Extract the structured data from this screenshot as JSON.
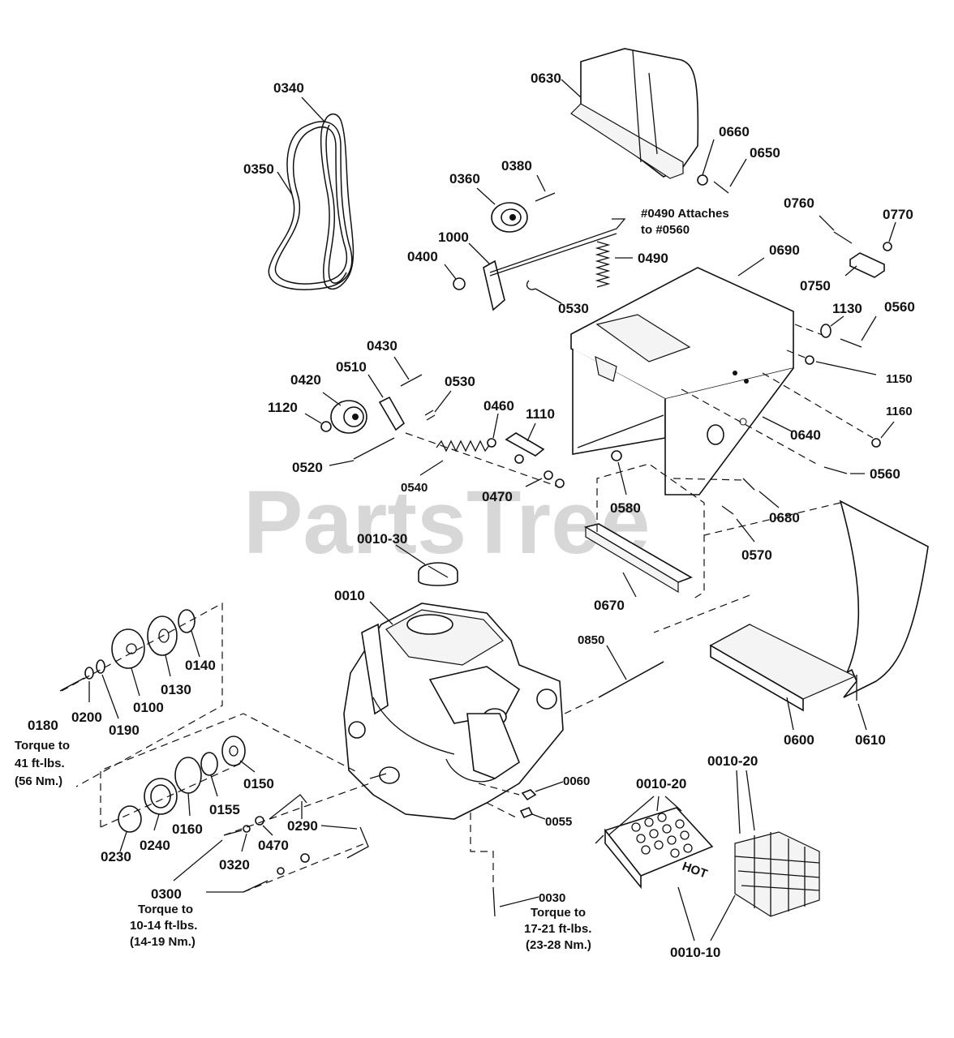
{
  "watermark": "PartsTree",
  "labels": {
    "p0340": "0340",
    "p0350": "0350",
    "p0630": "0630",
    "p0660": "0660",
    "p0650": "0650",
    "p0360": "0360",
    "p0380": "0380",
    "p1000": "1000",
    "p0400": "0400",
    "p0490": "0490",
    "p0530a": "0530",
    "p0760": "0760",
    "p0770": "0770",
    "p0750": "0750",
    "p0690": "0690",
    "p1130": "1130",
    "p0560a": "0560",
    "p1150": "1150",
    "p1160": "1160",
    "p0640": "0640",
    "p0560b": "0560",
    "p0430": "0430",
    "p0510": "0510",
    "p0420": "0420",
    "p0530b": "0530",
    "p1120": "1120",
    "p0460": "0460",
    "p1110": "1110",
    "p0520": "0520",
    "p0540": "0540",
    "p0470a": "0470",
    "p0580": "0580",
    "p0680": "0680",
    "p0570": "0570",
    "p0010_30": "0010-30",
    "p0670": "0670",
    "p0010": "0010",
    "p0850": "0850",
    "p0140": "0140",
    "p0130": "0130",
    "p0100": "0100",
    "p0190": "0190",
    "p0200": "0200",
    "p0180": "0180",
    "p0600": "0600",
    "p0610": "0610",
    "p0150": "0150",
    "p0155": "0155",
    "p0160": "0160",
    "p0240": "0240",
    "p0230": "0230",
    "p0060": "0060",
    "p0055": "0055",
    "p0290": "0290",
    "p0470b": "0470",
    "p0320": "0320",
    "p0300": "0300",
    "p0030": "0030",
    "p0010_20a": "0010-20",
    "p0010_20b": "0010-20",
    "p0010_10": "0010-10"
  },
  "notes": {
    "attach_1": "#0490 Attaches",
    "attach_2": "to #0560",
    "torque41_1": "Torque to",
    "torque41_2": "41 ft-lbs.",
    "torque41_3": "(56 Nm.)",
    "torque10_1": "Torque to",
    "torque10_2": "10-14 ft-lbs.",
    "torque10_3": "(14-19 Nm.)",
    "torque17_1": "Torque to",
    "torque17_2": "17-21 ft-lbs.",
    "torque17_3": "(23-28 Nm.)"
  },
  "guard_text": "HOT"
}
